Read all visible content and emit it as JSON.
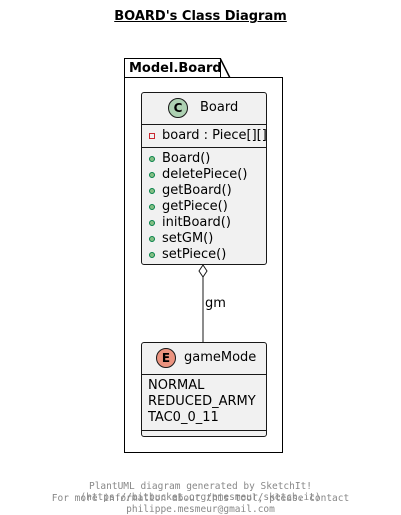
{
  "diagram": {
    "title": "BOARD's Class Diagram",
    "package": {
      "name": "Model.Board"
    },
    "classes": [
      {
        "name": "Board",
        "stereotype_letter": "C",
        "attributes": [
          {
            "visibility": "private",
            "text": "board : Piece[][]"
          }
        ],
        "methods": [
          {
            "visibility": "public",
            "text": "Board()"
          },
          {
            "visibility": "public",
            "text": "deletePiece()"
          },
          {
            "visibility": "public",
            "text": "getBoard()"
          },
          {
            "visibility": "public",
            "text": "getPiece()"
          },
          {
            "visibility": "public",
            "text": "initBoard()"
          },
          {
            "visibility": "public",
            "text": "setGM()"
          },
          {
            "visibility": "public",
            "text": "setPiece()"
          }
        ]
      },
      {
        "name": "gameMode",
        "stereotype_letter": "E",
        "values": [
          "NORMAL",
          "REDUCED_ARMY",
          "TAC0_0_11"
        ]
      }
    ],
    "relation": {
      "type": "aggregation",
      "label": "gm",
      "from": "Board",
      "to": "gameMode"
    },
    "colors": {
      "class_background": "#f1f1f1",
      "class_circle": "#add1b2",
      "enum_circle": "#eb937f",
      "border": "#181818"
    }
  },
  "footer": {
    "line1": "PlantUML diagram generated by SketchIt! (https://bitbucket.org/pmesmeur/sketch.it)",
    "line2": "For more information about this tool, please contact philippe.mesmeur@gmail.com"
  }
}
